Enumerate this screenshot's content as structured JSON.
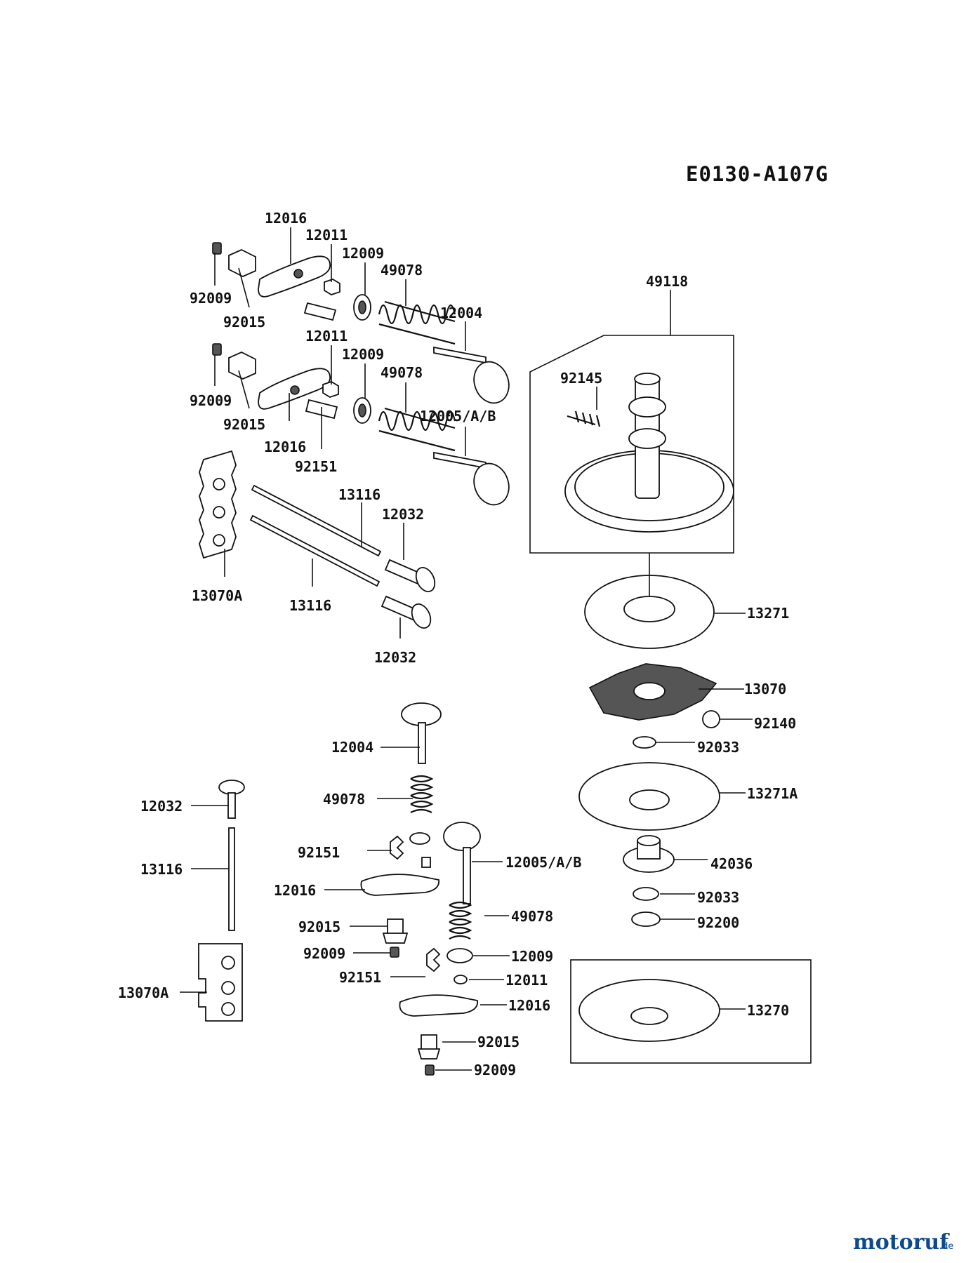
{
  "diagram_code": "E0130-A107G",
  "watermark": {
    "text": "motoruf",
    "suffix": ".de",
    "color": "#0c4a8a"
  },
  "labels": {
    "l01": "12016",
    "l02": "12011",
    "l03": "12009",
    "l04": "49078",
    "l05": "92009",
    "l06": "92015",
    "l07": "12004",
    "l08": "12011",
    "l09": "12009",
    "l10": "49078",
    "l11": "92009",
    "l12": "92015",
    "l13": "12005/A/B",
    "l14": "12016",
    "l15": "92151",
    "l16": "13116",
    "l17": "12032",
    "l18": "13070A",
    "l19": "13116",
    "l20": "12032",
    "l21": "49118",
    "l22": "92145",
    "l23": "13271",
    "l24": "13070",
    "l25": "92140",
    "l26": "92033",
    "l27": "13271A",
    "l28": "42036",
    "l29": "92033",
    "l30": "92200",
    "l31": "13270",
    "l32": "12004",
    "l33": "49078",
    "l34": "12005/A/B",
    "l35": "92151",
    "l36": "12016",
    "l37": "92015",
    "l38": "49078",
    "l39": "92009",
    "l40": "12009",
    "l41": "92151",
    "l42": "12011",
    "l43": "12016",
    "l44": "92015",
    "l45": "92009",
    "l46": "12032",
    "l47": "13116",
    "l48": "13070A"
  }
}
